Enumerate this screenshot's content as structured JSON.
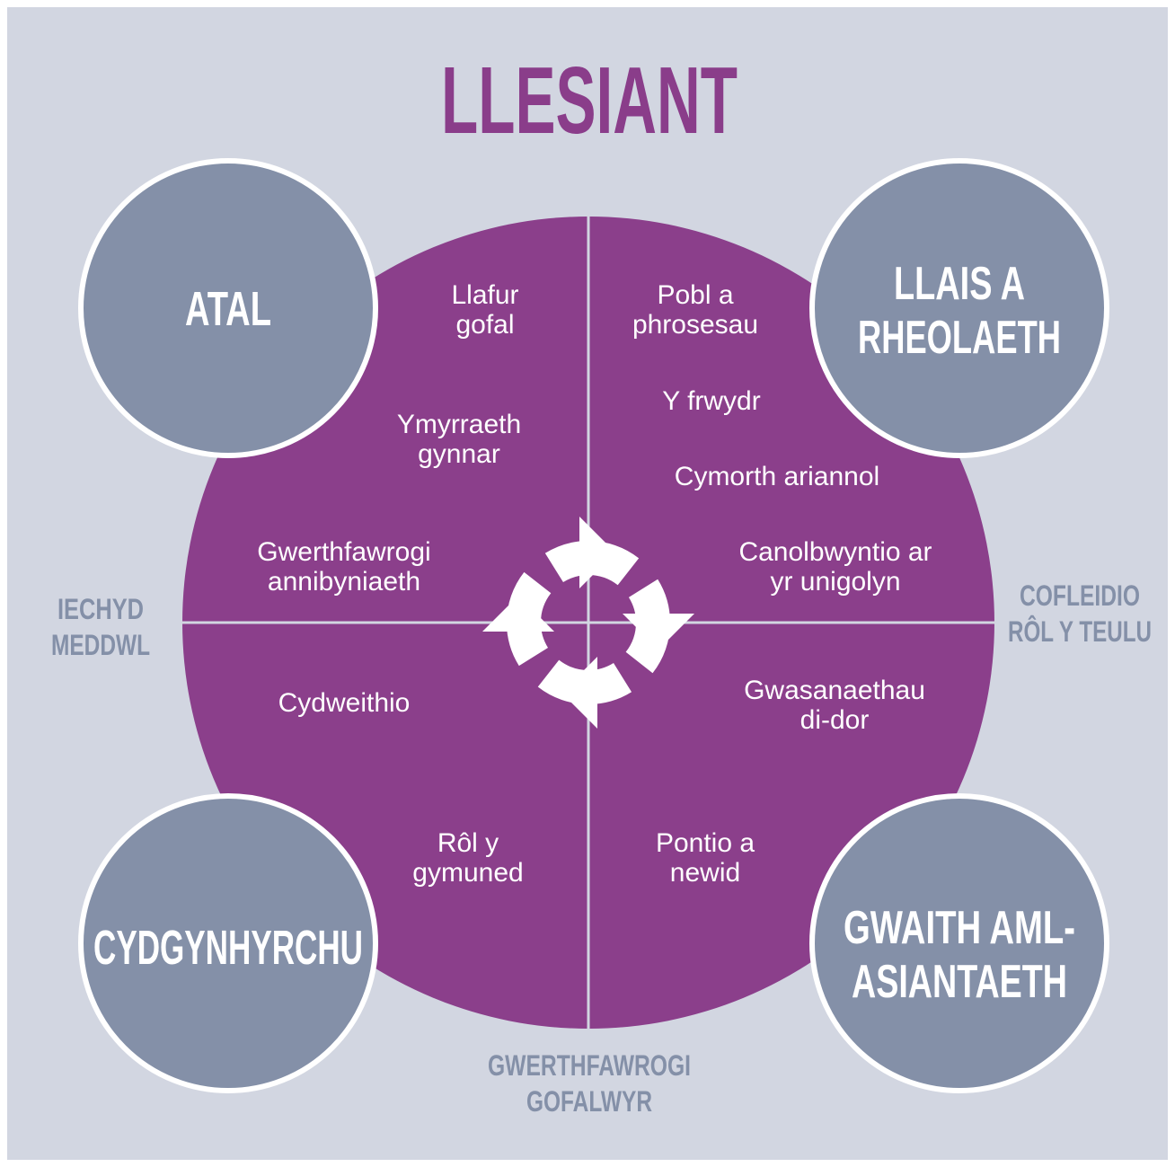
{
  "title": "LLESIANT",
  "colors": {
    "background": "#d2d6e1",
    "frame": "#ffffff",
    "purple": "#8b3f8b",
    "title_purple": "#8a3d8a",
    "outer_circle": "#8490a8",
    "side_label": "#8490a8",
    "white": "#ffffff"
  },
  "corner_circles": {
    "top_left": [
      "ATAL"
    ],
    "top_right": [
      "LLAIS A",
      "RHEOLAETH"
    ],
    "bottom_left": [
      "CYDGYNHYRCHU"
    ],
    "bottom_right": [
      "GWAITH AML-",
      "ASIANTAETH"
    ]
  },
  "side_labels": {
    "left": [
      "IECHYD",
      "MEDDWL"
    ],
    "right": [
      "COFLEIDIO",
      "RÔL Y TEULU"
    ],
    "bottom": [
      "GWERTHFAWROGI",
      "GOFALWYR"
    ]
  },
  "inner_items": {
    "llafur_gofal": [
      "Llafur",
      "gofal"
    ],
    "ymyrraeth_gynnar": [
      "Ymyrraeth",
      "gynnar"
    ],
    "gwerthfawrogi_annibyniaeth": [
      "Gwerthfawrogi",
      "annibyniaeth"
    ],
    "pobl_a_phrosesau": [
      "Pobl a",
      "phrosesau"
    ],
    "y_frwydr": [
      "Y frwydr"
    ],
    "cymorth_ariannol": [
      "Cymorth ariannol"
    ],
    "canolbwyntio": [
      "Canolbwyntio ar",
      "yr unigolyn"
    ],
    "cydweithio": [
      "Cydweithio"
    ],
    "rol_y_gymuned": [
      "Rôl y",
      "gymuned"
    ],
    "gwasanaethau_di_dor": [
      "Gwasanaethau",
      "di-dor"
    ],
    "pontio_a_newid": [
      "Pontio a",
      "newid"
    ]
  },
  "center_icon": "cycle-arrows-icon"
}
